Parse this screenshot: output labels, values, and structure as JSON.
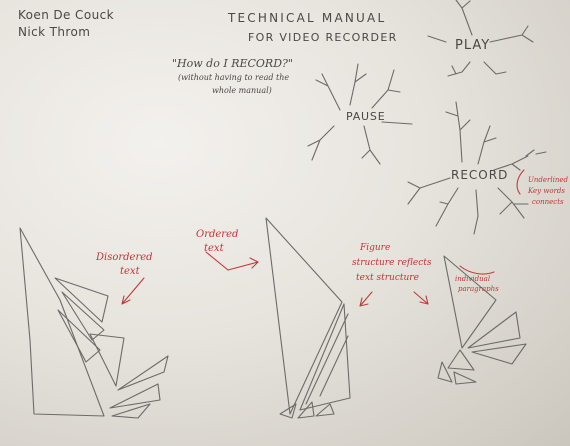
{
  "authors": {
    "name_1": "Koen De Couck",
    "name_2": "Nick Throm"
  },
  "title": {
    "line_1": "TECHNICAL MANUAL",
    "line_2": "FOR VIDEO RECORDER"
  },
  "question": {
    "line_1": "\"How do I RECORD?\"",
    "line_2": "(without having to read the",
    "line_3": "whole manual)"
  },
  "mindmap": {
    "play": "PLAY",
    "pause": "PAUSE",
    "record": "RECORD",
    "highlight_note": [
      "Underlined",
      "Key words",
      "connects"
    ]
  },
  "annotations": {
    "disordered_text": [
      "Disordered",
      "text"
    ],
    "ordered_text": [
      "Ordered",
      "text"
    ],
    "figure_note": [
      "Figure",
      "structure reflects",
      "text structure"
    ],
    "individual_paragraphs": [
      "individual",
      "paragraphs"
    ]
  },
  "colors": {
    "paper": "#e9e6e0",
    "pencil": "#4a4846",
    "red_ink": "#c03636"
  }
}
